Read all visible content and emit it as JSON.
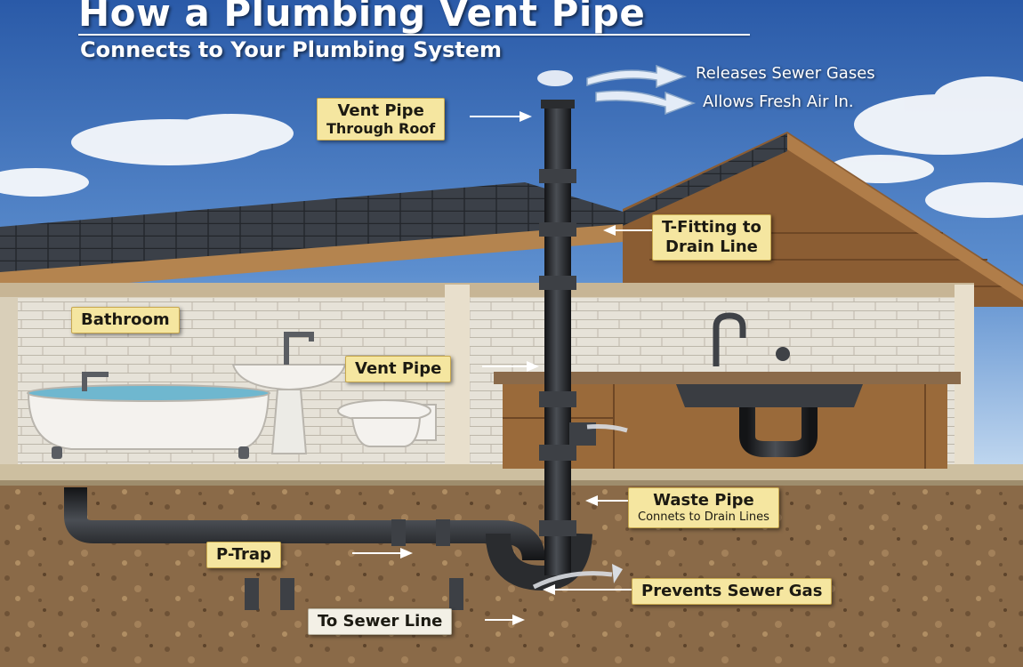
{
  "header": {
    "title": "How a Plumbing Vent Pipe",
    "subtitle": "Connects to Your Plumbing System"
  },
  "airflow": {
    "releases": "Releases Sewer Gases",
    "fresh_air": "Allows Fresh Air In."
  },
  "labels": {
    "vent_roof_line1": "Vent Pipe",
    "vent_roof_line2": "Through Roof",
    "t_fitting_line1": "T-Fitting to",
    "t_fitting_line2": "Drain Line",
    "bathroom": "Bathroom",
    "vent_pipe": "Vent Pipe",
    "waste_pipe_line1": "Waste Pipe",
    "waste_pipe_line2": "Connets to Drain Lines",
    "p_trap": "P-Trap",
    "prevents_gas": "Prevents Sewer Gas",
    "sewer_line": "To Sewer Line"
  },
  "colors": {
    "sky_top": "#2f63b0",
    "sky_bottom": "#cfe2f4",
    "roof_shingle": "#3a3f46",
    "wood": "#9a6a3a",
    "pipe": "#25272a",
    "soil": "#8a6a48",
    "label_bg": "#f5e6a0"
  }
}
